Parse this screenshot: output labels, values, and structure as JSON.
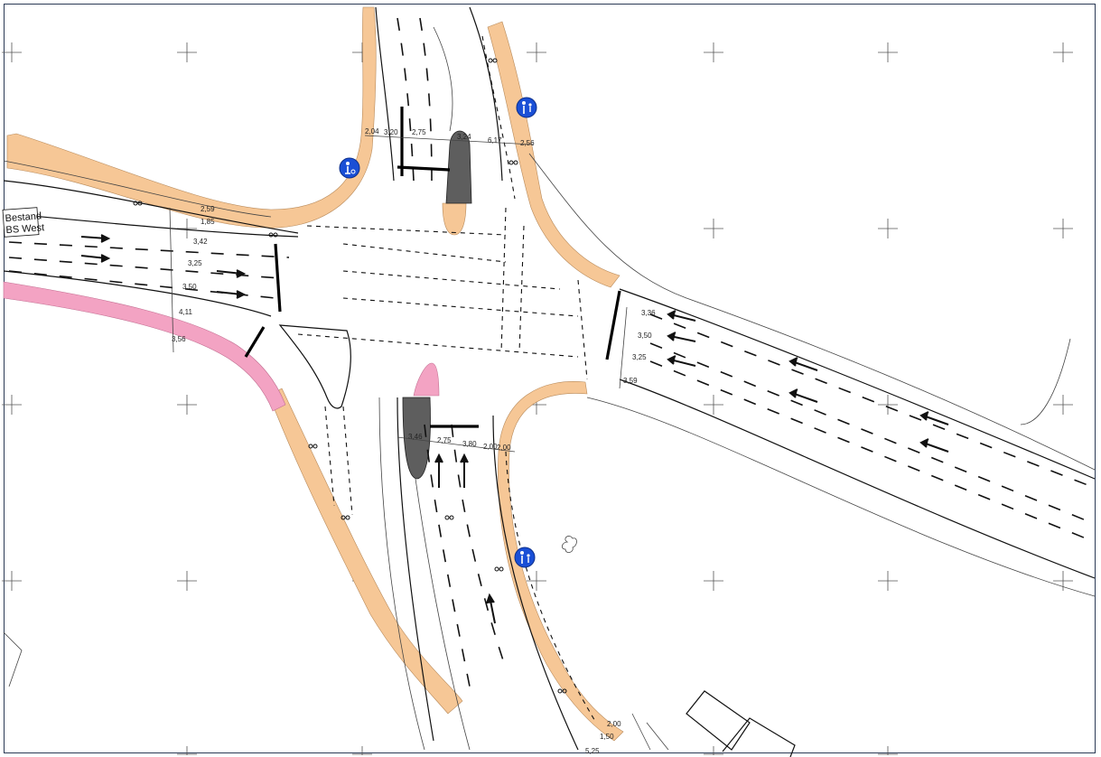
{
  "plan": {
    "label_line1": "Bestand",
    "label_line2": "BS West",
    "colors": {
      "footpath": "#f6c796",
      "cycle_path": "#f3a3c3",
      "island": "#5e5e5e",
      "sign_blue": "#1a4fd6"
    },
    "dimensions_north": [
      "2,04",
      "3,20",
      "2,75",
      "3,24",
      "6,17",
      "2,56"
    ],
    "dimensions_west": [
      "2,59",
      "1,85",
      "3,42",
      "3,25",
      "3,50",
      "4,11",
      "3,56"
    ],
    "dimensions_east": [
      "3,36",
      "3,50",
      "3,25",
      "3,59"
    ],
    "dimensions_south": [
      "3,46",
      "2,75",
      "3,80",
      "2,00",
      "2,00"
    ],
    "dimensions_bottom": [
      "2,00",
      "1,50",
      "5,25"
    ],
    "signs": [
      "sign-shared-path-icon",
      "sign-shared-path-icon",
      "sign-footpath-icon",
      "sign-footpath-icon"
    ]
  }
}
